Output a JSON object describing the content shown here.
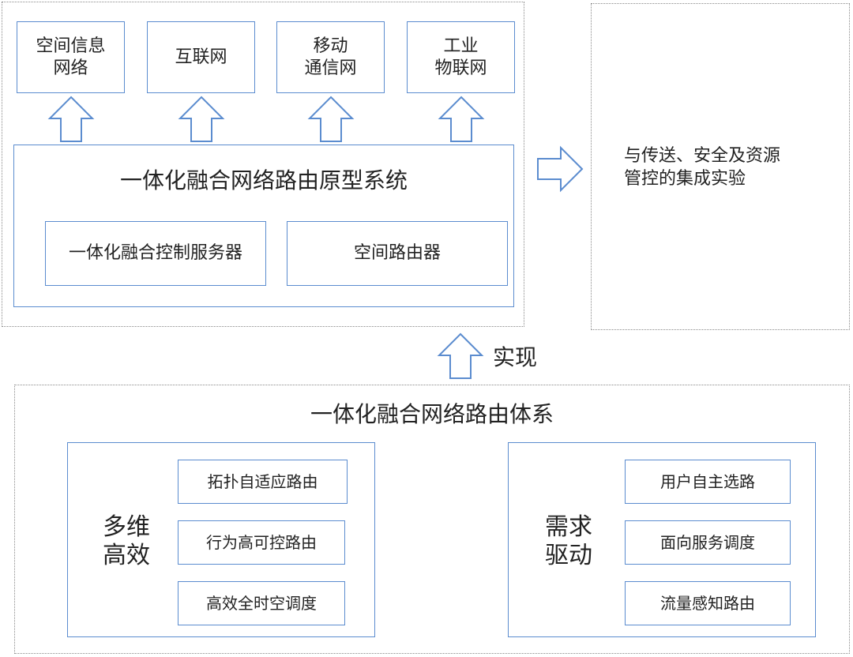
{
  "prototype": {
    "networks": [
      "空间信息\n网络",
      "互联网",
      "移动\n通信网",
      "工业\n物联网"
    ],
    "system_title": "一体化融合网络路由原型系统",
    "components": [
      "一体化融合控制服务器",
      "空间路由器"
    ]
  },
  "experiment": {
    "text": "与传送、安全及资源\n管控的集成实验"
  },
  "realize_label": "实现",
  "architecture": {
    "title": "一体化融合网络路由体系",
    "left_group": {
      "label": "多维\n高效",
      "items": [
        "拓扑自适应路由",
        "行为高可控路由",
        "高效全时空调度"
      ]
    },
    "right_group": {
      "label": "需求\n驱动",
      "items": [
        "用户自主选路",
        "面向服务调度",
        "流量感知路由"
      ]
    }
  },
  "colors": {
    "box_border": "#5b8ccf",
    "dotted_border": "#8a8a8a"
  }
}
